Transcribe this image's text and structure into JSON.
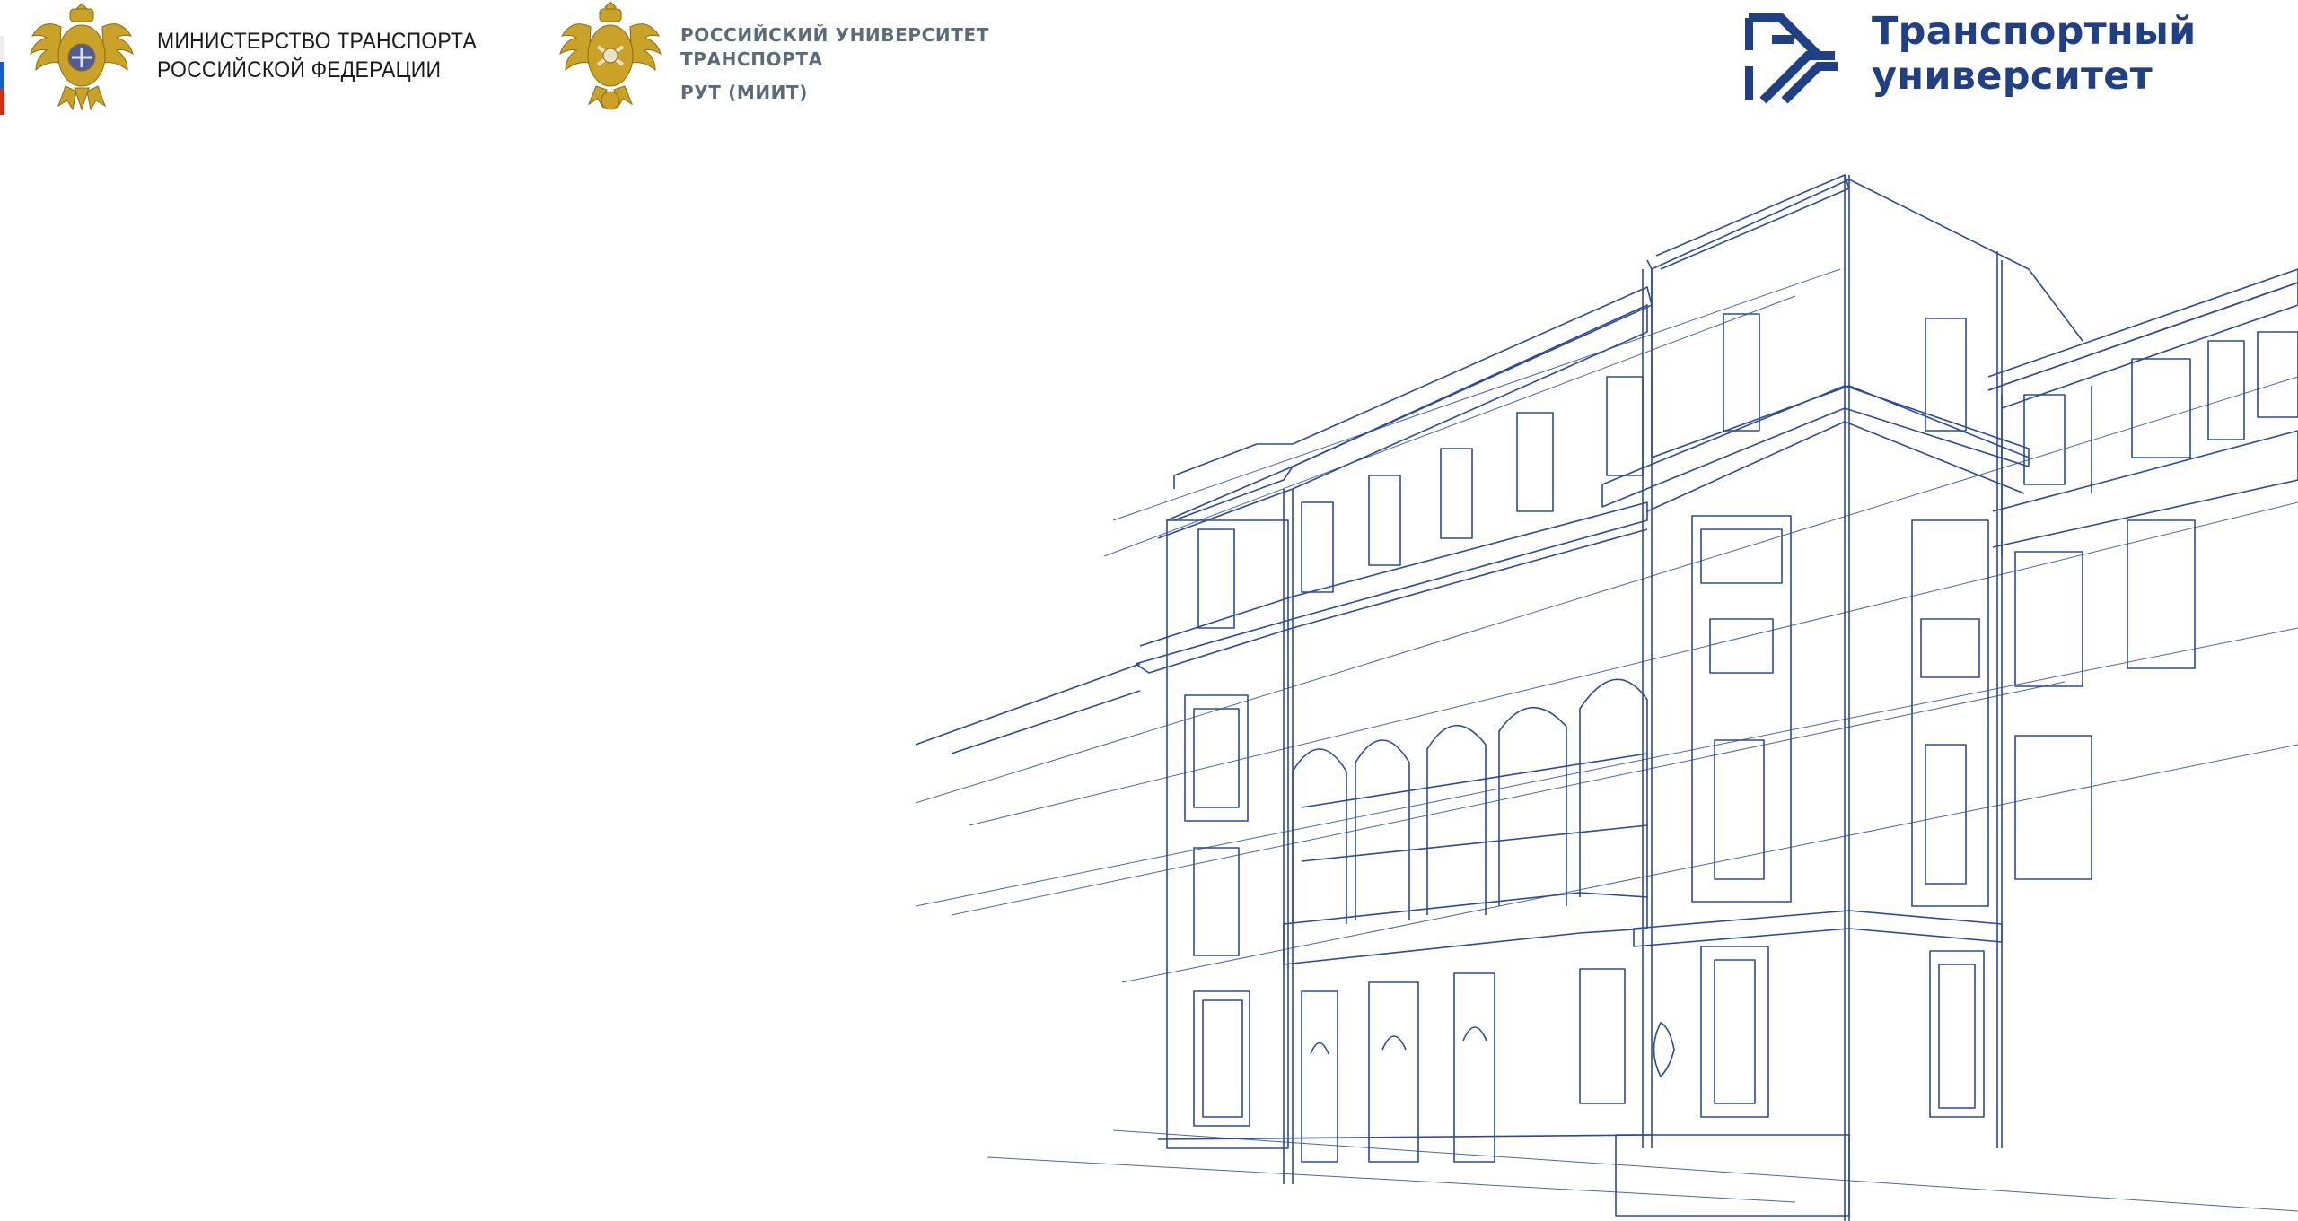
{
  "header": {
    "ministry": {
      "line1": "МИНИСТЕРСТВО ТРАНСПОРТА",
      "line2": "РОССИЙСКОЙ ФЕДЕРАЦИИ",
      "emblem_icon": "russian-double-headed-eagle-emblem-icon"
    },
    "university": {
      "line1": "РОССИЙСКИЙ УНИВЕРСИТЕТ",
      "line2": "ТРАНСПОРТА",
      "short_name": "РУТ (МИИТ)",
      "emblem_icon": "university-eagle-emblem-icon"
    },
    "brand": {
      "line1": "Транспортный",
      "line2": "университет",
      "logo_icon": "transport-university-chevron-logo-icon"
    }
  },
  "colors": {
    "brand_blue": "#1f3f87",
    "line_blue": "#2b4a9c",
    "gold": "#c9a227",
    "flag_white": "#ffffff",
    "flag_blue": "#1c5cc8",
    "flag_red": "#d52b1e",
    "university_text": "#5c6b78"
  }
}
